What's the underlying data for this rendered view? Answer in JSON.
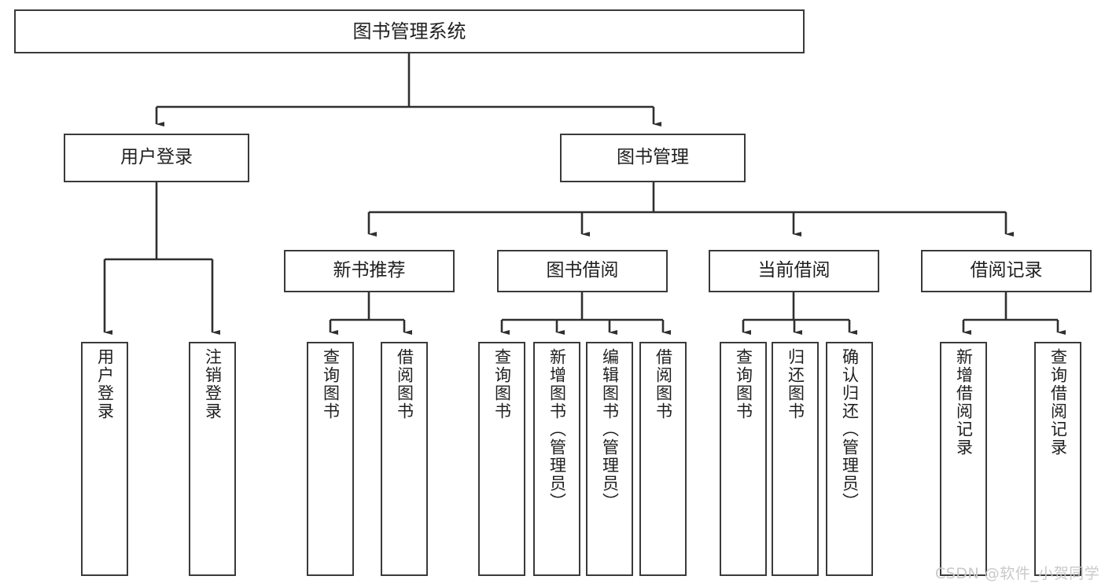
{
  "diagram": {
    "title": "图书管理系统",
    "type": "hierarchy-tree",
    "watermark": "CSDN @软件_小贺同学",
    "colors": {
      "box_border": "#3a3a3a",
      "box_fill": "#ffffff",
      "line": "#2f2f2f",
      "text": "#1f1f1f",
      "watermark": "#c9c9c9",
      "background": "#ffffff"
    },
    "nodes": {
      "root": {
        "label": "图书管理系统"
      },
      "level2": [
        {
          "id": "user-login",
          "label": "用户登录"
        },
        {
          "id": "book-manage",
          "label": "图书管理"
        }
      ],
      "level3": [
        {
          "id": "new-book-recommend",
          "label": "新书推荐"
        },
        {
          "id": "book-borrow",
          "label": "图书借阅"
        },
        {
          "id": "current-borrow",
          "label": "当前借阅"
        },
        {
          "id": "borrow-record",
          "label": "借阅记录"
        }
      ],
      "leaves": {
        "user_login": [
          {
            "id": "leaf-user-login",
            "label": "用户登录"
          },
          {
            "id": "leaf-logout-login",
            "label": "注销登录"
          }
        ],
        "new_book_recommend": [
          {
            "id": "leaf-query-book-1",
            "label": "查询图书"
          },
          {
            "id": "leaf-borrow-book-1",
            "label": "借阅图书"
          }
        ],
        "book_borrow": [
          {
            "id": "leaf-query-book-2",
            "label": "查询图书"
          },
          {
            "id": "leaf-add-book",
            "label": "新增图书（管理员）"
          },
          {
            "id": "leaf-edit-book",
            "label": "编辑图书（管理员）"
          },
          {
            "id": "leaf-borrow-book-2",
            "label": "借阅图书"
          }
        ],
        "current_borrow": [
          {
            "id": "leaf-query-book-3",
            "label": "查询图书"
          },
          {
            "id": "leaf-return-book",
            "label": "归还图书"
          },
          {
            "id": "leaf-confirm-return",
            "label": "确认归还（管理员）"
          }
        ],
        "borrow_record": [
          {
            "id": "leaf-add-record",
            "label": "新增借阅记录"
          },
          {
            "id": "leaf-query-record",
            "label": "查询借阅记录"
          }
        ]
      }
    }
  }
}
